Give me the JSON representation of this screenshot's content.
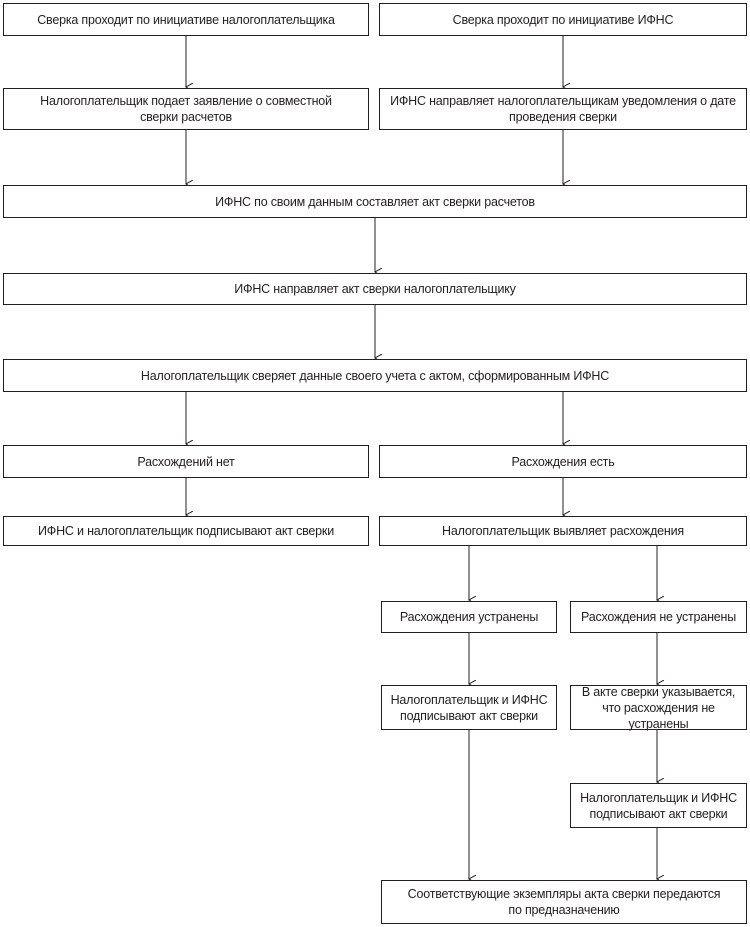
{
  "diagram": {
    "nodes": {
      "taxpayer_initiative": {
        "text": "Сверка проходит по инициативе налогоплательщика"
      },
      "ifns_initiative": {
        "text": "Сверка проходит по инициативе ИФНС"
      },
      "taxpayer_application": {
        "line1": "Налогоплательщик подает заявление о совместной",
        "line2": "сверки расчетов"
      },
      "ifns_notification": {
        "line1": "ИФНС направляет налогоплательщикам уведомления о дате",
        "line2": "проведения сверки"
      },
      "ifns_compiles_act": {
        "text": "ИФНС по своим данным составляет акт сверки расчетов"
      },
      "ifns_sends_act": {
        "text": "ИФНС направляет акт сверки налогоплательщику"
      },
      "taxpayer_checks": {
        "text": "Налогоплательщик сверяет данные своего учета с актом, сформированным ИФНС"
      },
      "no_discrepancies": {
        "text": "Расхождений нет"
      },
      "discrepancies_exist": {
        "text": "Расхождения есть"
      },
      "both_sign": {
        "text": "ИФНС и налогоплательщик подписывают акт сверки"
      },
      "taxpayer_identifies": {
        "text": "Налогоплательщик выявляет расхождения"
      },
      "resolved": {
        "text": "Расхождения устранены"
      },
      "not_resolved": {
        "text": "Расхождения не устранены"
      },
      "sign_after_resolved": {
        "line1": "Налогоплательщик и ИФНС",
        "line2": "подписывают акт сверки"
      },
      "act_notes_unresolved": {
        "line1": "В акте сверки указывается,",
        "line2": "что расхождения не устранены"
      },
      "sign_with_note": {
        "line1": "Налогоплательщик и ИФНС",
        "line2": "подписывают акт сверки"
      },
      "copies_sent": {
        "line1": "Соответствующие экземпляры акта сверки передаются",
        "line2": "по предназначению"
      }
    }
  }
}
